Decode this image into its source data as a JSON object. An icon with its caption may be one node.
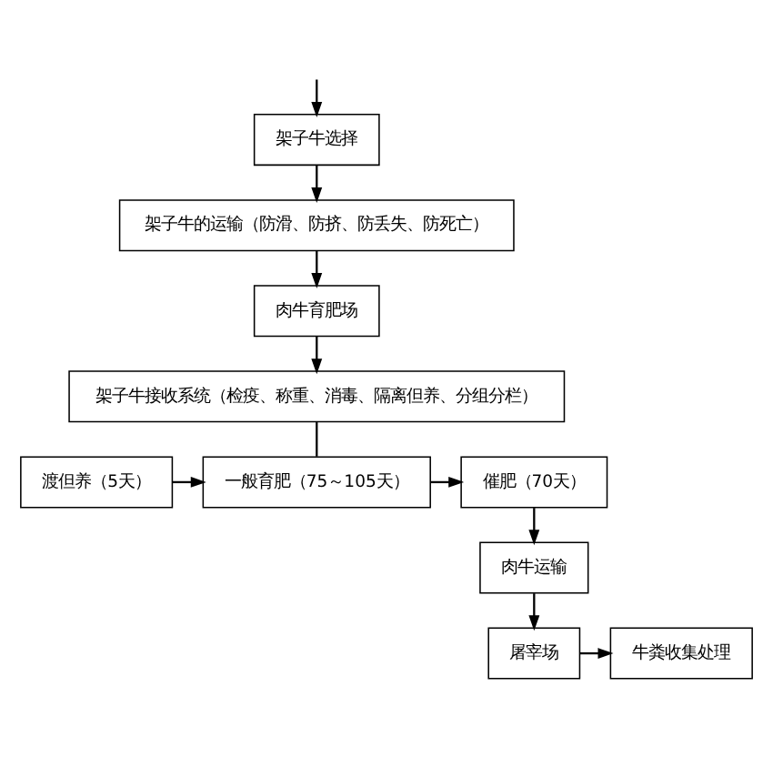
{
  "diagram": {
    "nodes": [
      {
        "text": [
          "架子牛选择"
        ]
      },
      {
        "text": [
          "架子牛的运输（防滑、防挤、防丢失、防死亡）"
        ]
      },
      {
        "text": [
          "肉牛育肥场"
        ]
      },
      {
        "text": [
          "架子牛接收系统（检疫、称重、消毒、隔离但养、分组分栏）"
        ]
      },
      {
        "text": [
          "渡但养（5天）"
        ]
      },
      {
        "text": [
          "一般育肥（75～105天）"
        ]
      },
      {
        "text": [
          "催肥（70天）"
        ]
      },
      {
        "text": [
          "肉牛运输"
        ]
      },
      {
        "text": [
          "牛粪收集处理"
        ]
      },
      {
        "text": [
          "屠宰场"
        ]
      }
    ],
    "edges": [
      {
        "from": null,
        "to": 0,
        "arrow": "to"
      },
      {
        "from": 0,
        "to": 1,
        "arrow": "to"
      },
      {
        "from": 1,
        "to": 2,
        "arrow": "to"
      },
      {
        "from": 2,
        "to": 3,
        "arrow": "to"
      },
      {
        "from": 3,
        "to": 5,
        "arrow": "none"
      },
      {
        "from": 4,
        "to": 5,
        "arrow": "to"
      },
      {
        "from": 5,
        "to": 6,
        "arrow": "to"
      },
      {
        "from": 6,
        "to": 7,
        "arrow": "to"
      },
      {
        "from": 7,
        "to": 9,
        "arrow": "to"
      },
      {
        "from": 9,
        "to": 8,
        "arrow": "to"
      }
    ]
  }
}
